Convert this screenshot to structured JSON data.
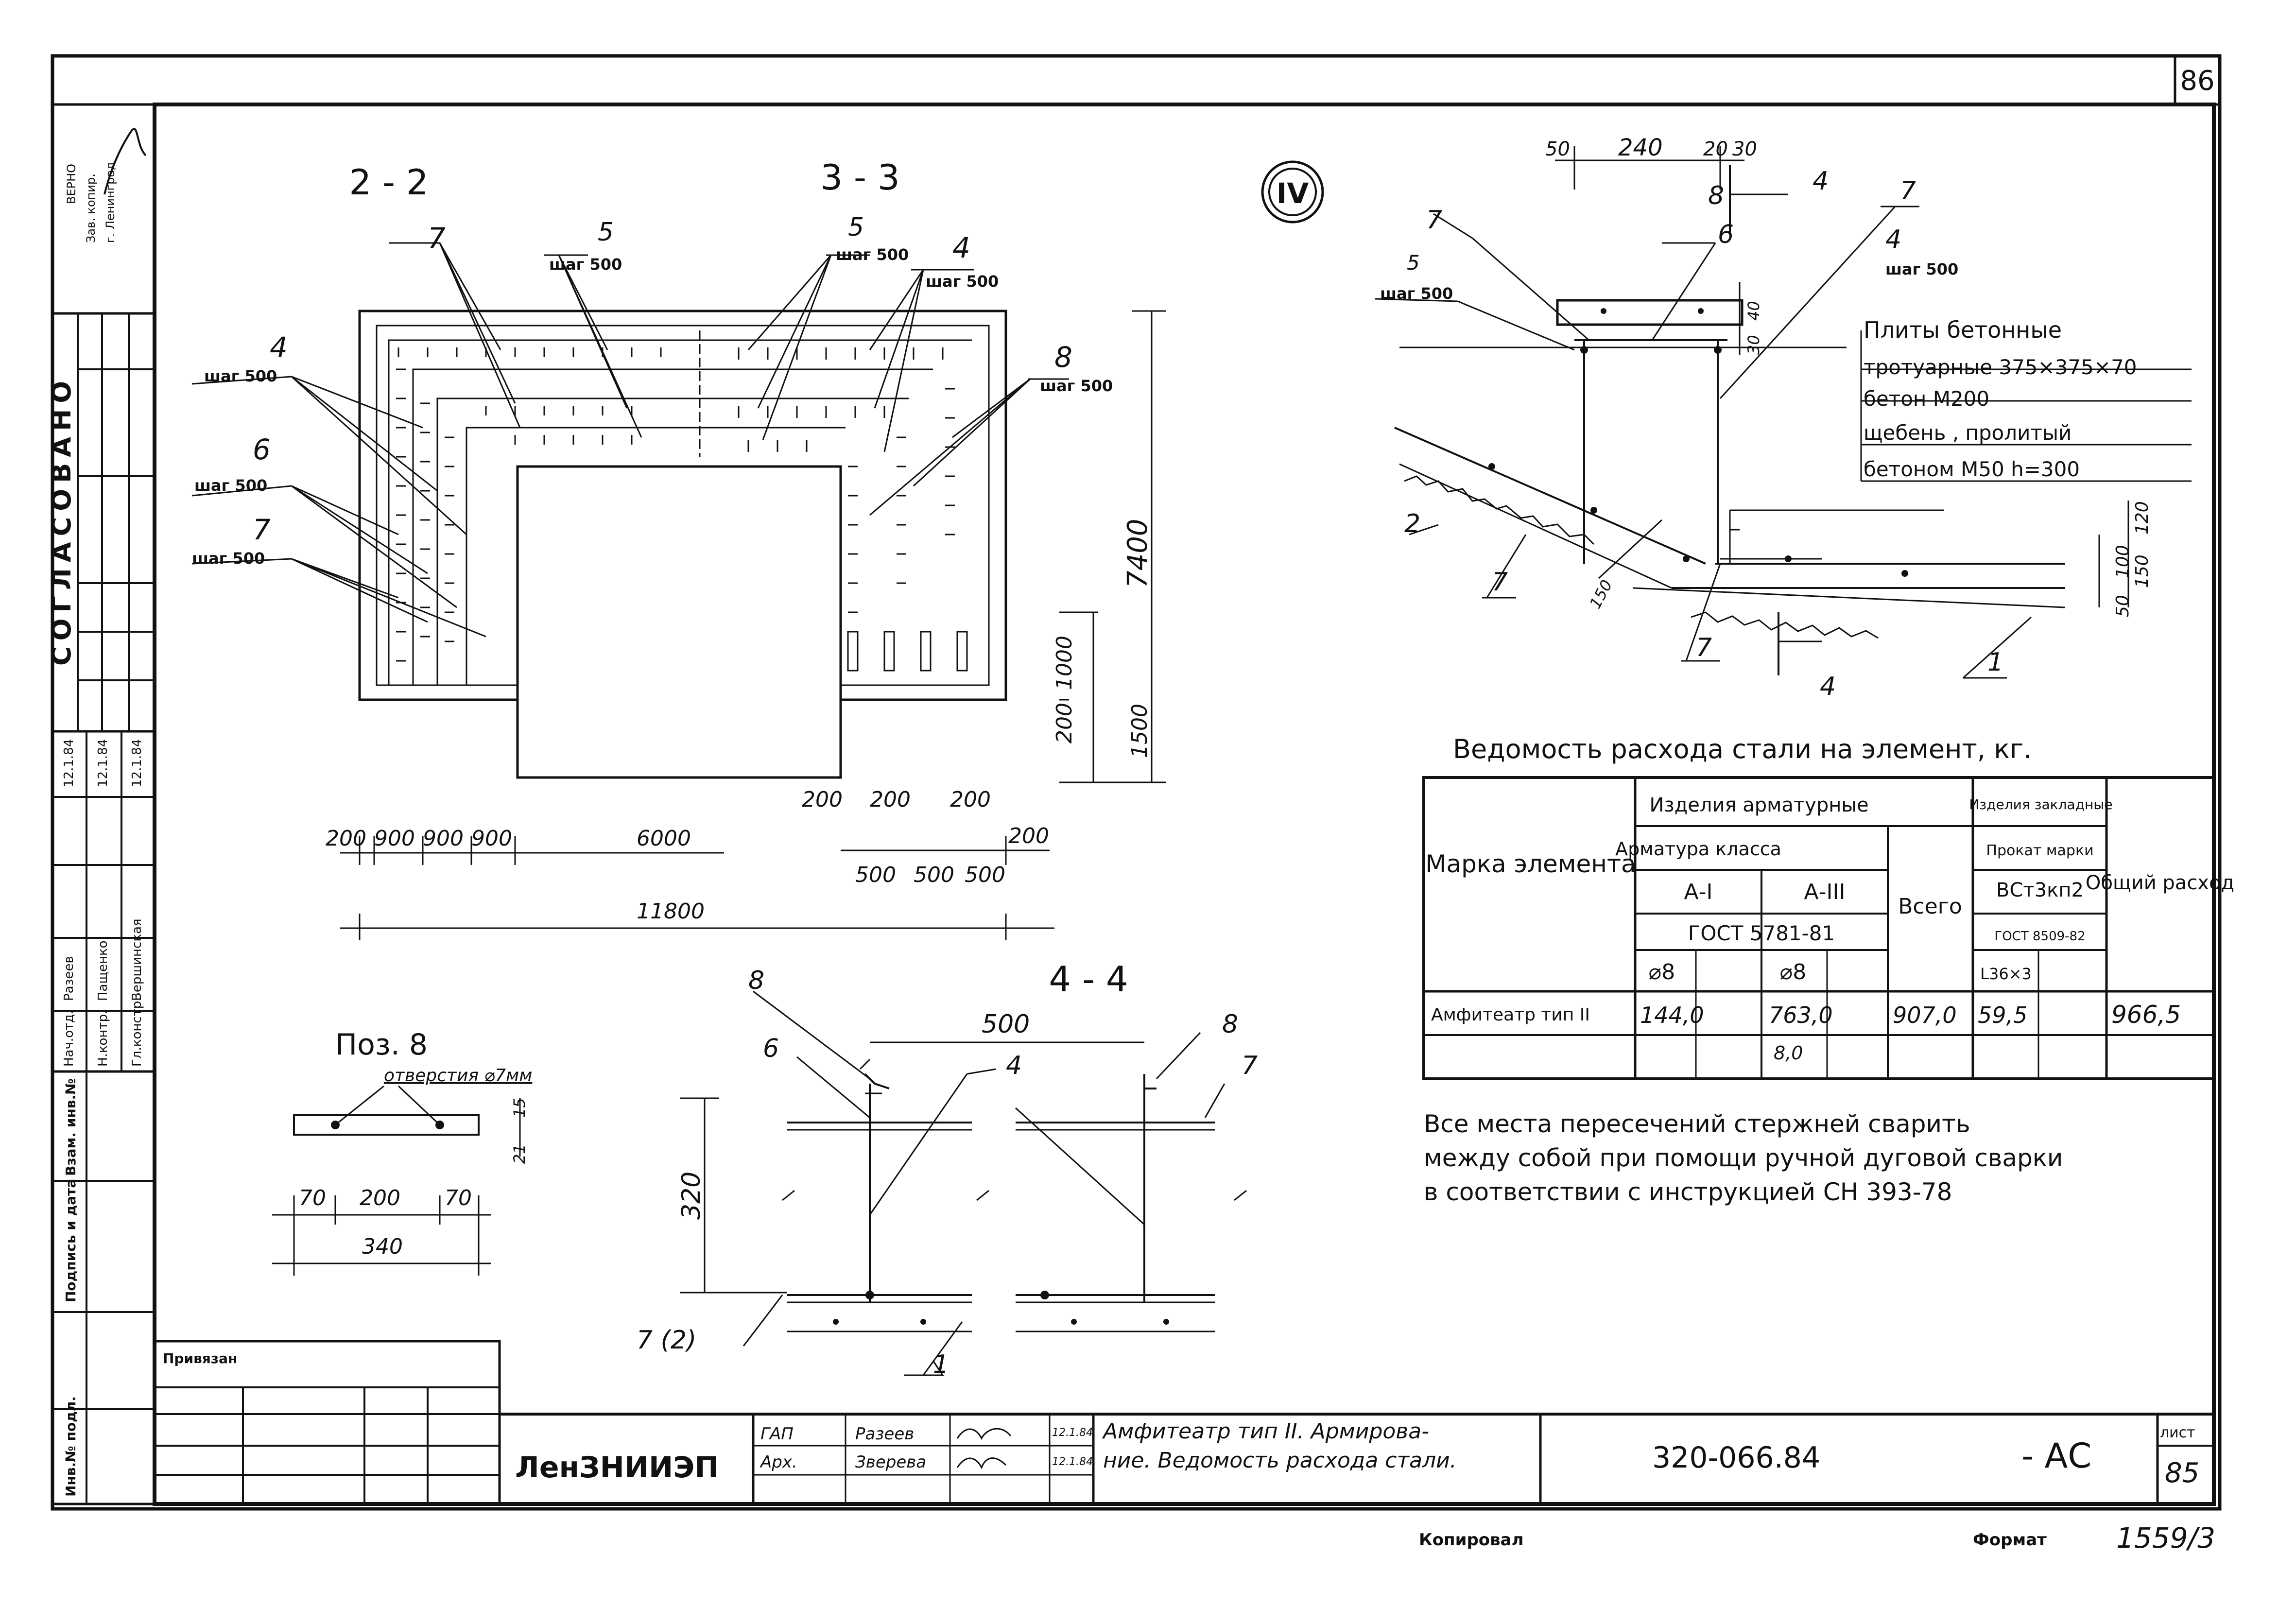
{
  "sheet": {
    "corner_number": "86",
    "sheet_label": "лист",
    "sheet_number": "85",
    "org": "ЛенЗНИИЭП",
    "code": "320-066.84",
    "mark": "- АС",
    "title_line1": "Амфитеатр тип II. Армирова-",
    "title_line2": "ние. Ведомость расхода стали.",
    "copied": "Копировал",
    "format": "Формат",
    "inventory": "1559/3",
    "bound": "Привязан",
    "signers": [
      {
        "role": "ГАП",
        "name": "Разеев",
        "date": "12.1.84"
      },
      {
        "role": "Арх.",
        "name": "Зверева",
        "date": "12.1.84"
      }
    ]
  },
  "side_stamp": {
    "agreed": "СОГЛАСОВАНО",
    "copy_note_1": "ВЕРНО",
    "copy_note_2": "Зав. копир.",
    "copy_note_3": "г. Ленинград",
    "people": [
      {
        "role": "Нач.отд.",
        "name": "Разеев",
        "date": "12.1.84"
      },
      {
        "role": "Н.контр.",
        "name": "Пащенко",
        "date": "12.1.84"
      },
      {
        "role": "Гл.констр.",
        "name": "Вершинская",
        "date": "12.1.84"
      }
    ],
    "labels": [
      "Инв.№ подл.",
      "Подпись и дата",
      "Взам. инв.№"
    ]
  },
  "drawing": {
    "sec22": "2 - 2",
    "sec33": "3 - 3",
    "sec44": "4 - 4",
    "node": "IV",
    "poz8": "Поз. 8",
    "holes": "отверстия ⌀7мм",
    "step": "шаг 500",
    "marks": [
      "1",
      "2",
      "4",
      "5",
      "6",
      "7",
      "8"
    ],
    "dims_plan": [
      "200",
      "900",
      "900",
      "900",
      "6000",
      "11800",
      "200",
      "200",
      "200",
      "200",
      "500",
      "500",
      "500",
      "7400",
      "1000",
      "200",
      "1500"
    ],
    "dims_44": [
      "500",
      "320",
      "7 (2)"
    ],
    "dims_poz8": [
      "70",
      "200",
      "70",
      "340",
      "15",
      "21"
    ],
    "dims_node": [
      "50",
      "240",
      "20",
      "30",
      "30",
      "40",
      "150",
      "100",
      "50",
      "150",
      "120"
    ],
    "node_notes": [
      "Плиты бетонные",
      "тротуарные 375×375×70",
      "бетон М200",
      "щебень , пролитый",
      "бетоном М50   h=300"
    ]
  },
  "steel_table": {
    "title": "Ведомость расхода стали на элемент, кг.",
    "h_mark": "Марка элемента",
    "h_rebar_items": "Изделия арматурные",
    "h_embedded": "Изделия закладные",
    "h_rebar_class": "Арматура класса",
    "h_rolled": "Прокат марки",
    "h_rolled_grade": "ВСт3кп2",
    "h_a1": "А-I",
    "h_a3": "А-III",
    "h_total": "Всего",
    "h_overall": "Общий расход",
    "h_gost1": "ГОСТ 5781-81",
    "h_gost2": "ГОСТ 8509-82",
    "h_d1": "⌀8",
    "h_d2": "⌀8",
    "h_angle": "L36×3",
    "row_name": "Амфитеатр тип II",
    "row_a1": "144,0",
    "row_a3": "763,0",
    "row_a3_note": "8,0",
    "row_total": "907,0",
    "row_rolled": "59,5",
    "row_overall": "966,5"
  },
  "note": {
    "line1": "Все места пересечений стержней сварить",
    "line2": "между собой при помощи ручной дуговой сварки",
    "line3": "в соответствии с инструкцией СН 393-78"
  }
}
